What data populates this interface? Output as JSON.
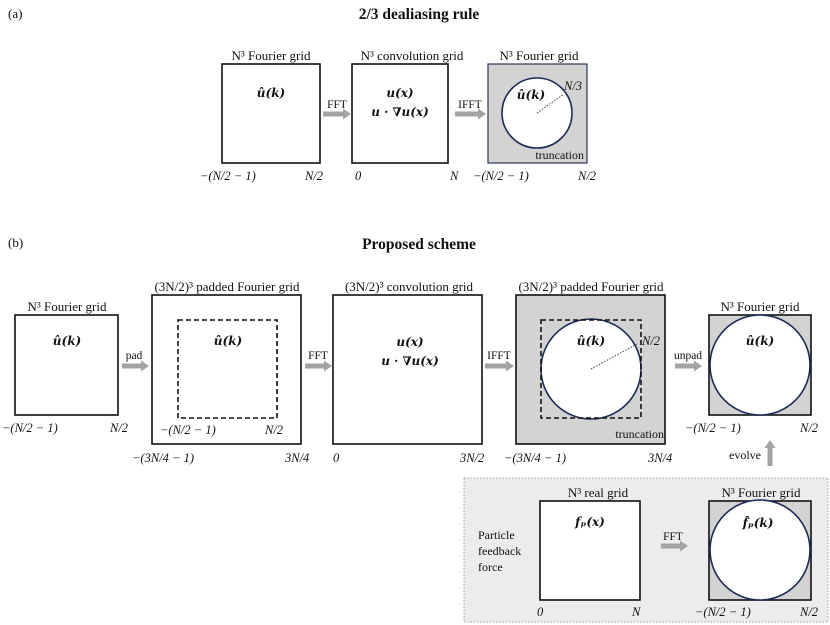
{
  "panel_a": {
    "label": "(a)",
    "title": "2/3 dealiasing rule",
    "fourier_grid": {
      "title": "N³ Fourier grid",
      "field": "û(k)",
      "min": "−(N/2 − 1)",
      "max": "N/2"
    },
    "fft": "FFT",
    "convolution_grid": {
      "title": "N³ convolution grid",
      "field": "u(x)",
      "product": "u · ∇u(x)",
      "min": "0",
      "max": "N"
    },
    "ifft": "IFFT",
    "truncated_grid": {
      "title": "N³ Fourier grid",
      "field": "û(k)",
      "radius": "N/3",
      "note": "truncation",
      "min": "−(N/2 − 1)",
      "max": "N/2"
    }
  },
  "panel_b": {
    "label": "(b)",
    "title": "Proposed scheme",
    "fourier_grid": {
      "title": "N³ Fourier grid",
      "field": "û(k)",
      "min": "−(N/2 − 1)",
      "max": "N/2"
    },
    "pad": "pad",
    "padded_grid": {
      "title": "(3N/2)³ padded Fourier grid",
      "field": "û(k)",
      "inner_min": "−(N/2 − 1)",
      "inner_max": "N/2",
      "min": "−(3N/4 − 1)",
      "max": "3N/4"
    },
    "fft": "FFT",
    "convolution_grid": {
      "title": "(3N/2)³ convolution grid",
      "field": "u(x)",
      "product": "u · ∇u(x)",
      "min": "0",
      "max": "3N/2"
    },
    "ifft": "IFFT",
    "truncated_grid": {
      "title": "(3N/2)³ padded Fourier grid",
      "field": "û(k)",
      "radius": "N/2",
      "note": "truncation",
      "min": "−(3N/4 − 1)",
      "max": "3N/4"
    },
    "unpad": "unpad",
    "result_grid": {
      "title": "N³ Fourier grid",
      "field": "û(k)",
      "min": "−(N/2 − 1)",
      "max": "N/2"
    },
    "evolve": "evolve",
    "feedback": {
      "caption": [
        "Particle",
        "feedback",
        "force"
      ],
      "real_grid": {
        "title": "N³ real grid",
        "field": "fₚ(x)",
        "min": "0",
        "max": "N"
      },
      "fft": "FFT",
      "fourier_grid": {
        "title": "N³ Fourier grid",
        "field": "f̂ₚ(k)",
        "min": "−(N/2 − 1)",
        "max": "N/2"
      }
    }
  },
  "colors": {
    "truncated_fill": "#d3d3d3",
    "circle_stroke": "#1e2b55",
    "arrow": "#a3a3a3",
    "feedback_fill": "#ececec"
  }
}
